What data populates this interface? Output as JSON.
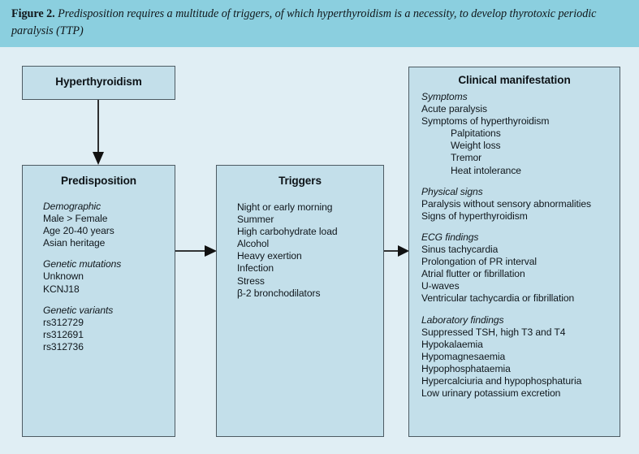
{
  "caption": {
    "label": "Figure 2.",
    "body": "Predisposition requires a multitude of triggers, of which hyperthyroidism is a necessity, to develop thyrotoxic periodic paralysis (TTP)"
  },
  "colors": {
    "caption_band": "#8bcfdf",
    "page_background": "#e0eef4",
    "box_fill": "#c3dfea",
    "box_border": "#4d5b63",
    "text": "#10171c"
  },
  "boxes": {
    "hyperthyroidism": {
      "title": "Hyperthyroidism",
      "items": []
    },
    "predisposition": {
      "title": "Predisposition",
      "items": [
        {
          "text": "Demographic",
          "style": "heading"
        },
        {
          "text": "Male > Female",
          "style": "item"
        },
        {
          "text": "Age 20-40 years",
          "style": "item"
        },
        {
          "text": "Asian heritage",
          "style": "item"
        },
        {
          "text": "",
          "style": "spacer"
        },
        {
          "text": "Genetic mutations",
          "style": "heading"
        },
        {
          "text": "Unknown",
          "style": "item"
        },
        {
          "text": "KCNJ18",
          "style": "item"
        },
        {
          "text": "",
          "style": "spacer"
        },
        {
          "text": "Genetic variants",
          "style": "heading"
        },
        {
          "text": "rs312729",
          "style": "item"
        },
        {
          "text": "rs312691",
          "style": "item"
        },
        {
          "text": "rs312736",
          "style": "item"
        }
      ]
    },
    "triggers": {
      "title": "Triggers",
      "items": [
        {
          "text": "Night or early morning",
          "style": "item"
        },
        {
          "text": "Summer",
          "style": "item"
        },
        {
          "text": "High carbohydrate load",
          "style": "item"
        },
        {
          "text": "Alcohol",
          "style": "item"
        },
        {
          "text": "Heavy exertion",
          "style": "item"
        },
        {
          "text": "Infection",
          "style": "item"
        },
        {
          "text": "Stress",
          "style": "item"
        },
        {
          "text": "β-2 bronchodilators",
          "style": "item"
        }
      ]
    },
    "clinical": {
      "title": "Clinical manifestation",
      "items": [
        {
          "text": "Symptoms",
          "style": "heading"
        },
        {
          "text": "Acute paralysis",
          "style": "item"
        },
        {
          "text": "Symptoms of hyperthyroidism",
          "style": "item"
        },
        {
          "text": "Palpitations",
          "style": "indent"
        },
        {
          "text": "Weight loss",
          "style": "indent"
        },
        {
          "text": "Tremor",
          "style": "indent"
        },
        {
          "text": "Heat intolerance",
          "style": "indent"
        },
        {
          "text": "",
          "style": "spacer"
        },
        {
          "text": "Physical signs",
          "style": "heading"
        },
        {
          "text": "Paralysis without sensory abnormalities",
          "style": "item"
        },
        {
          "text": "Signs of hyperthyroidism",
          "style": "item"
        },
        {
          "text": "",
          "style": "spacer"
        },
        {
          "text": "ECG findings",
          "style": "heading"
        },
        {
          "text": "Sinus tachycardia",
          "style": "item"
        },
        {
          "text": "Prolongation of PR interval",
          "style": "item"
        },
        {
          "text": "Atrial flutter or fibrillation",
          "style": "item"
        },
        {
          "text": "U-waves",
          "style": "item"
        },
        {
          "text": "Ventricular tachycardia or fibrillation",
          "style": "item"
        },
        {
          "text": "",
          "style": "spacer"
        },
        {
          "text": "Laboratory findings",
          "style": "heading"
        },
        {
          "text": "Suppressed TSH, high T3 and T4",
          "style": "item"
        },
        {
          "text": "Hypokalaemia",
          "style": "item"
        },
        {
          "text": "Hypomagnesaemia",
          "style": "item"
        },
        {
          "text": "Hypophosphataemia",
          "style": "item"
        },
        {
          "text": "Hypercalciuria and hypophosphaturia",
          "style": "item"
        },
        {
          "text": "Low urinary potassium excretion",
          "style": "item"
        }
      ]
    }
  },
  "arrows": [
    {
      "name": "hyperthyroidism-to-predisposition",
      "direction": "down"
    },
    {
      "name": "predisposition-to-triggers",
      "direction": "right"
    },
    {
      "name": "triggers-to-clinical",
      "direction": "right"
    }
  ]
}
